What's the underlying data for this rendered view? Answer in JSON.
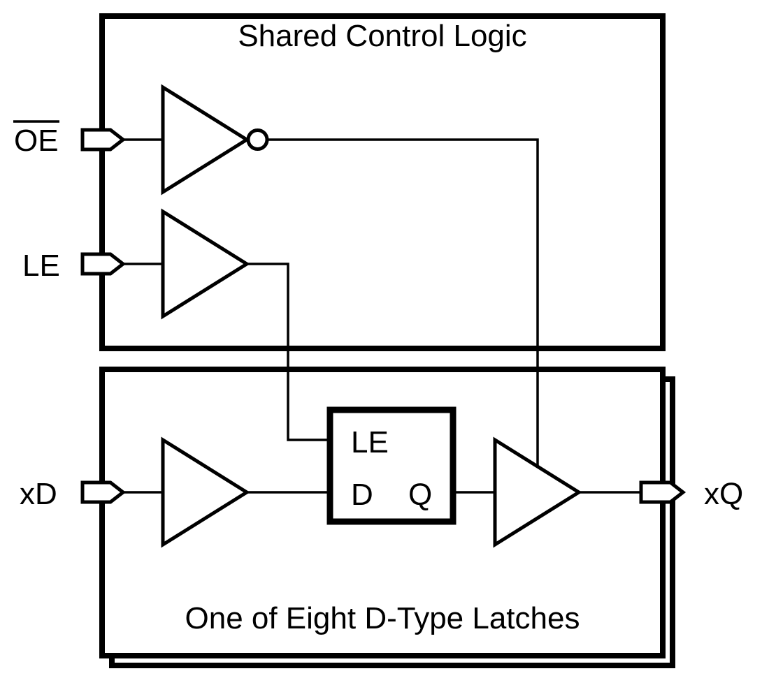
{
  "figure": {
    "shared_box": {
      "title": "Shared Control Logic"
    },
    "latch_box": {
      "title": "One of Eight D-Type Latches",
      "stacked": true
    },
    "inputs": {
      "oe": {
        "label": "OE",
        "overline": true,
        "gate": "inverter"
      },
      "le": {
        "label": "LE",
        "gate": "buffer"
      },
      "xd": {
        "label": "xD",
        "gate": "buffer"
      }
    },
    "outputs": {
      "xq": {
        "label": "xQ",
        "gate": "tri-state-buffer"
      }
    },
    "latch_cell": {
      "le": "LE",
      "d": "D",
      "q": "Q"
    },
    "colors": {
      "line": "#000000",
      "background": "#ffffff"
    }
  }
}
